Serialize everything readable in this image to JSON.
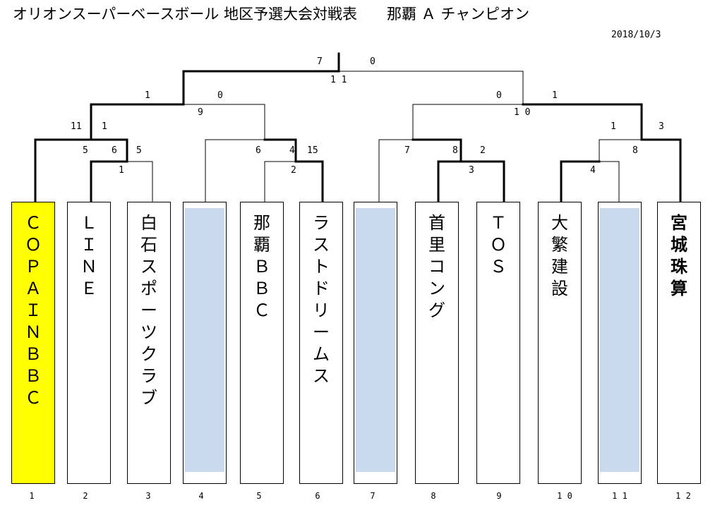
{
  "header": {
    "title": "オリオンスーパーベースボール 地区予選大会対戦表　　那覇 Ａ チャンピオン",
    "date": "2018/10/3"
  },
  "teams": [
    {
      "seed": "1",
      "name": "ＣＯＰＡＩＮＢＢＣ",
      "bg": "#ffff00",
      "bold": false,
      "empty": false
    },
    {
      "seed": "2",
      "name": "ＬＩＮＥ",
      "bg": "#ffffff",
      "bold": false,
      "empty": false
    },
    {
      "seed": "3",
      "name": "白石スポーツクラブ",
      "bg": "#ffffff",
      "bold": false,
      "empty": false
    },
    {
      "seed": "4",
      "name": "",
      "bg": "#ffffff",
      "bold": false,
      "empty": true
    },
    {
      "seed": "5",
      "name": "那覇ＢＢＣ",
      "bg": "#ffffff",
      "bold": false,
      "empty": false
    },
    {
      "seed": "6",
      "name": "ラストドリームス",
      "bg": "#ffffff",
      "bold": false,
      "empty": false
    },
    {
      "seed": "7",
      "name": "",
      "bg": "#ffffff",
      "bold": false,
      "empty": true
    },
    {
      "seed": "8",
      "name": "首里コング",
      "bg": "#ffffff",
      "bold": false,
      "empty": false
    },
    {
      "seed": "9",
      "name": "ＴＯＳ",
      "bg": "#ffffff",
      "bold": false,
      "empty": false
    },
    {
      "seed": "1 0",
      "name": "大繁建設",
      "bg": "#ffffff",
      "bold": false,
      "empty": false
    },
    {
      "seed": "1 1",
      "name": "",
      "bg": "#ffffff",
      "bold": false,
      "empty": true
    },
    {
      "seed": "1 2",
      "name": "宮城珠算",
      "bg": "#ffffff",
      "bold": true,
      "empty": false
    }
  ],
  "scores": [
    {
      "text": "7",
      "id": "final-left"
    },
    {
      "text": "0",
      "id": "final-right"
    },
    {
      "text": "1 1",
      "id": "final-game"
    },
    {
      "text": "1",
      "id": "semi1-left"
    },
    {
      "text": "0",
      "id": "semi1-right"
    },
    {
      "text": "9",
      "id": "semi1-game"
    },
    {
      "text": "0",
      "id": "semi2-left"
    },
    {
      "text": "1",
      "id": "semi2-right"
    },
    {
      "text": "1 0",
      "id": "semi2-game"
    },
    {
      "text": "11",
      "id": "qf-a-left"
    },
    {
      "text": "1",
      "id": "qf-a-right"
    },
    {
      "text": "5",
      "id": "r1-a-left"
    },
    {
      "text": "6",
      "id": "r1-a-right"
    },
    {
      "text": "5",
      "id": "r1-a2-left"
    },
    {
      "text": "1",
      "id": "r1-a-game"
    },
    {
      "text": "6",
      "id": "qf-b-left"
    },
    {
      "text": "4",
      "id": "qf-b-right"
    },
    {
      "text": "15",
      "id": "qf-b-right2"
    },
    {
      "text": "2",
      "id": "r1-b-game"
    },
    {
      "text": "7",
      "id": "qf-c-left"
    },
    {
      "text": "8",
      "id": "qf-c-right"
    },
    {
      "text": "2",
      "id": "qf-c-right2"
    },
    {
      "text": "3",
      "id": "r1-c-game"
    },
    {
      "text": "1",
      "id": "qf-d-left"
    },
    {
      "text": "3",
      "id": "qf-d-right"
    },
    {
      "text": "8",
      "id": "qf-d-game"
    },
    {
      "text": "4",
      "id": "r1-d-game"
    }
  ]
}
